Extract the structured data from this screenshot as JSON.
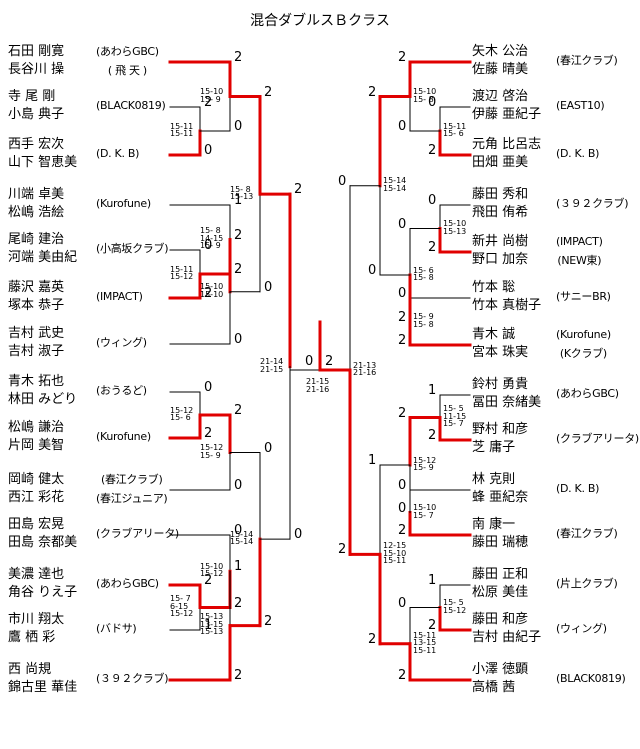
{
  "title": "混合ダブルスＢクラス",
  "left_pairs": [
    {
      "names": [
        "石田 剛寛",
        "長谷川 操"
      ],
      "club": [
        "(あわらGBC)",
        "( 飛 天 )"
      ]
    },
    {
      "names": [
        "寺 尾 剛",
        "小島 典子"
      ],
      "club": [
        "(BLACK0819)"
      ]
    },
    {
      "names": [
        "西手 宏次",
        "山下 智恵美"
      ],
      "club": [
        "(D. K. B)"
      ]
    },
    {
      "names": [
        "川端 卓美",
        "松嶋 浩絵"
      ],
      "club": [
        "(Kurofune)"
      ]
    },
    {
      "names": [
        "尾崎 建治",
        "河端 美由紀"
      ],
      "club": [
        "(小高坂クラブ)"
      ]
    },
    {
      "names": [
        "藤沢 嘉英",
        "塚本 恭子"
      ],
      "club": [
        "(IMPACT)"
      ]
    },
    {
      "names": [
        "吉村 武史",
        "吉村 淑子"
      ],
      "club": [
        "(ウィング)"
      ]
    },
    {
      "names": [
        "青木 拓也",
        "林田 みどり"
      ],
      "club": [
        "(おうるど)"
      ]
    },
    {
      "names": [
        "松嶋 謙治",
        "片岡 美智"
      ],
      "club": [
        "(Kurofune)"
      ]
    },
    {
      "names": [
        "岡崎 健太",
        "西江 彩花"
      ],
      "club": [
        "(春江クラブ)",
        "(春江ジュニア)"
      ]
    },
    {
      "names": [
        "田島 宏晃",
        "田島 奈都美"
      ],
      "club": [
        "(クラブアリータ)"
      ]
    },
    {
      "names": [
        "美濃 達也",
        "角谷 りえ子"
      ],
      "club": [
        "(あわらGBC)"
      ]
    },
    {
      "names": [
        "市川 翔太",
        "鷹 栖 彩"
      ],
      "club": [
        "(バドサ)"
      ]
    },
    {
      "names": [
        "西 尚規",
        "錦古里 華佳"
      ],
      "club": [
        "(３９２クラブ)"
      ]
    }
  ],
  "right_pairs": [
    {
      "names": [
        "矢木 公治",
        "佐藤 晴美"
      ],
      "club": [
        "(春江クラブ)"
      ]
    },
    {
      "names": [
        "渡辺 啓治",
        "伊藤 亜紀子"
      ],
      "club": [
        "(EAST10)"
      ]
    },
    {
      "names": [
        "元角 比呂志",
        "田畑 亜美"
      ],
      "club": [
        "(D. K. B)"
      ]
    },
    {
      "names": [
        "藤田 秀和",
        "飛田 侑希"
      ],
      "club": [
        "(３９２クラブ)"
      ]
    },
    {
      "names": [
        "新井 尚樹",
        "野口 加奈"
      ],
      "club": [
        "(IMPACT)",
        "(NEW東)"
      ]
    },
    {
      "names": [
        "竹本 聡",
        "竹本 真樹子"
      ],
      "club": [
        "(サニーBR)"
      ]
    },
    {
      "names": [
        "青木 誠",
        "宮本 珠実"
      ],
      "club": [
        "(Kurofune)",
        "(Kクラブ)"
      ]
    },
    {
      "names": [
        "鈴村 勇貴",
        "冨田 奈緒美"
      ],
      "club": [
        "(あわらGBC)"
      ]
    },
    {
      "names": [
        "野村 和彦",
        "芝 庸子"
      ],
      "club": [
        "(クラブアリータ)"
      ]
    },
    {
      "names": [
        "林 克則",
        "蜂 亜紀奈"
      ],
      "club": [
        "(D. K. B)"
      ]
    },
    {
      "names": [
        "南 康一",
        "藤田 瑞穂"
      ],
      "club": [
        "(春江クラブ)"
      ]
    },
    {
      "names": [
        "藤田 正和",
        "松原 美佳"
      ],
      "club": [
        "(片上クラブ)"
      ]
    },
    {
      "names": [
        "藤田 和彦",
        "吉村 由紀子"
      ],
      "club": [
        "(ウィング)"
      ]
    },
    {
      "names": [
        "小澤 徳顕",
        "高橋 茜"
      ],
      "club": [
        "(BLACK0819)"
      ]
    }
  ],
  "games": [
    {
      "id": "L1",
      "winner": "a",
      "scores": [
        "2",
        "0"
      ],
      "set_scores": [
        "15-10",
        "15- 9"
      ]
    },
    {
      "id": "L2",
      "winner": "b",
      "scores": [
        "2",
        "0"
      ],
      "set_scores": [
        "15-11",
        "15-11"
      ]
    },
    {
      "id": "L3",
      "winner": "b",
      "scores": [
        "0",
        "2"
      ],
      "set_scores": [
        "15-11",
        "15-12"
      ]
    },
    {
      "id": "L4",
      "winner": "b",
      "scores": [
        "1",
        "2"
      ],
      "set_scores": [
        "15- 8",
        "14-15",
        "15- 9"
      ]
    },
    {
      "id": "L5",
      "winner": "a",
      "scores": [
        "2",
        "0"
      ],
      "set_scores": [
        "15- 8",
        "15-13"
      ]
    },
    {
      "id": "L6",
      "winner": "a",
      "scores": [
        "2",
        "0"
      ],
      "set_scores": [
        "15-10",
        "15-10"
      ]
    },
    {
      "id": "L7",
      "winner": "b",
      "scores": [
        "0",
        "2"
      ],
      "set_scores": [
        "15-12",
        "15- 6"
      ]
    },
    {
      "id": "L8",
      "winner": "a",
      "scores": [
        "2",
        "0"
      ],
      "set_scores": [
        "15-12",
        "15- 9"
      ]
    },
    {
      "id": "L9",
      "winner": "b",
      "scores": [
        "0",
        "2"
      ],
      "set_scores": [
        "15-10",
        "15-12"
      ]
    },
    {
      "id": "L10",
      "winner": "a",
      "scores": [
        "2",
        "1"
      ],
      "set_scores": [
        "15- 7",
        "6-15",
        "15-12"
      ]
    },
    {
      "id": "L11",
      "winner": "b",
      "scores": [
        "1",
        "2"
      ],
      "set_scores": [
        "15-13",
        "13-15",
        "15-13"
      ]
    },
    {
      "id": "L12",
      "winner": "b",
      "scores": [
        "0",
        "2"
      ],
      "set_scores": [
        "15-14",
        "15-14"
      ]
    },
    {
      "id": "L13",
      "winner": "a",
      "scores": [
        "2",
        "0"
      ],
      "set_scores": [
        "21-14",
        "21-15"
      ]
    },
    {
      "id": "R1",
      "winner": "a",
      "scores": [
        "2",
        "0"
      ],
      "set_scores": [
        "15-10",
        "15- 8"
      ]
    },
    {
      "id": "R2",
      "winner": "b",
      "scores": [
        "0",
        "2"
      ],
      "set_scores": [
        "15-11",
        "15- 6"
      ]
    },
    {
      "id": "R3",
      "winner": "b",
      "scores": [
        "0",
        "2"
      ],
      "set_scores": [
        "15-10",
        "15-13"
      ]
    },
    {
      "id": "R4",
      "winner": "b",
      "scores": [
        "0",
        "2"
      ],
      "set_scores": [
        "15- 9",
        "15- 8"
      ]
    },
    {
      "id": "R5",
      "winner": "b",
      "scores": [
        "0",
        "2"
      ],
      "set_scores": [
        "15- 6",
        "15- 8"
      ]
    },
    {
      "id": "R6",
      "winner": "a",
      "scores": [
        "2",
        "0"
      ],
      "set_scores": [
        "15-14",
        "15-14"
      ]
    },
    {
      "id": "R7",
      "winner": "b",
      "scores": [
        "1",
        "2"
      ],
      "set_scores": [
        "15- 5",
        "11-15",
        "15- 7"
      ]
    },
    {
      "id": "R8",
      "winner": "b",
      "scores": [
        "0",
        "2"
      ],
      "set_scores": [
        "15-10",
        "15- 7"
      ]
    },
    {
      "id": "R9",
      "winner": "a",
      "scores": [
        "2",
        "0"
      ],
      "set_scores": [
        "15-12",
        "15- 9"
      ]
    },
    {
      "id": "R10",
      "winner": "b",
      "scores": [
        "1",
        "2"
      ],
      "set_scores": [
        "15- 5",
        "15-12"
      ]
    },
    {
      "id": "R11",
      "winner": "b",
      "scores": [
        "0",
        "2"
      ],
      "set_scores": [
        "15-11",
        "13-15",
        "15-11"
      ]
    },
    {
      "id": "R12",
      "winner": "b",
      "scores": [
        "1",
        "2"
      ],
      "set_scores": [
        "12-15",
        "15-10",
        "15-11"
      ]
    },
    {
      "id": "R13",
      "winner": "b",
      "scores": [
        "0",
        "2"
      ],
      "set_scores": [
        "21-13",
        "21-16"
      ]
    },
    {
      "id": "F",
      "winner": "b",
      "scores": [
        "0",
        "2"
      ],
      "set_scores": [
        "21-15",
        "21-16"
      ]
    }
  ],
  "colors": {
    "win_line": "#e00000",
    "lose_line": "#000000"
  }
}
